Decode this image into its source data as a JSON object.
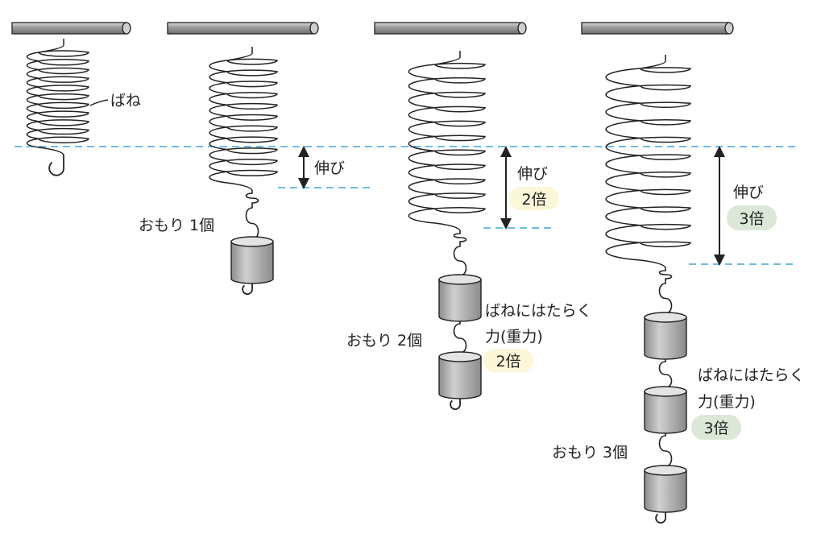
{
  "labels": {
    "spring": "ばね",
    "stretch": "伸び",
    "weight_1": "おもり 1個",
    "weight_2": "おもり 2個",
    "weight_3": "おもり 3個",
    "times_2": "2倍",
    "times_3": "3倍",
    "force_line1": "ばねにはたらく",
    "force_line2": "力(重力)"
  },
  "colors": {
    "stroke": "#222222",
    "bar_fill": "#9a9a9a",
    "guide_dashed": "#3fa7d6",
    "badge_yellow": "#fbf7d8",
    "badge_green": "#dce7d8",
    "cylinder_side": "#a8a8a8",
    "cylinder_top": "#e4e4e4"
  },
  "icons": [
    "support-bar-icon",
    "coil-spring-icon",
    "hook-icon",
    "cylinder-weight-icon",
    "double-arrow-icon"
  ]
}
